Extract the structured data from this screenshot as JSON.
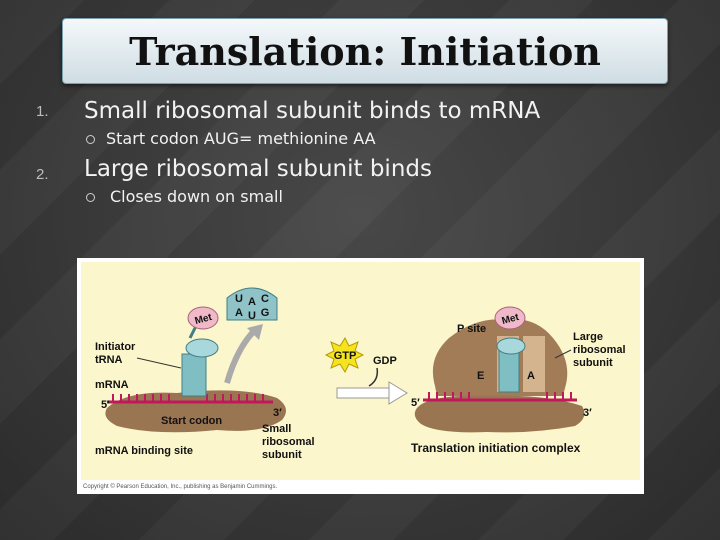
{
  "slide": {
    "title": "Translation: Initiation",
    "items": [
      {
        "number": "1.",
        "text": "Small ribosomal subunit binds to mRNA",
        "sub": "Start codon AUG= methionine AA"
      },
      {
        "number": "2.",
        "text": "Large ribosomal subunit binds",
        "sub": "Closes down on small"
      }
    ]
  },
  "figure": {
    "codon_top": [
      "U",
      "A",
      "C"
    ],
    "codon_bottom": [
      "A",
      "U",
      "G"
    ],
    "met": "Met",
    "initiator_trna": [
      "Initiator",
      "tRNA"
    ],
    "mrna": "mRNA",
    "five_prime": "5′",
    "three_prime": "3′",
    "start_codon": "Start codon",
    "mrna_binding_site": "mRNA binding site",
    "small_subunit": [
      "Small",
      "ribosomal",
      "subunit"
    ],
    "gtp": "GTP",
    "gdp": "GDP",
    "p_site": "P site",
    "e_site": "E",
    "a_site": "A",
    "large_subunit": [
      "Large",
      "ribosomal",
      "subunit"
    ],
    "complex": "Translation initiation complex",
    "copyright": "Copyright © Pearson Education, Inc., publishing as Benjamin Cummings."
  }
}
